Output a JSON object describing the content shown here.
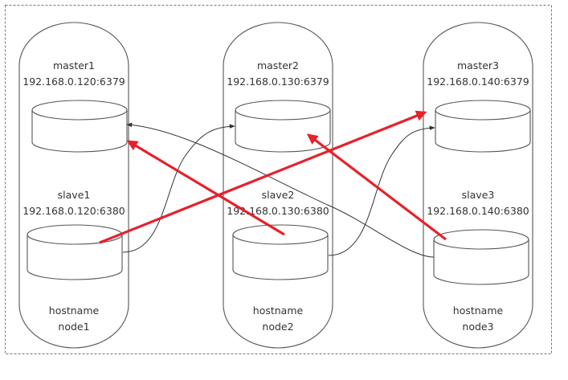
{
  "nodes": [
    {
      "master": {
        "name": "master1",
        "addr": "192.168.0.120:6379"
      },
      "slave": {
        "name": "slave1",
        "addr": "192.168.0.120:6380"
      },
      "host": {
        "label": "hostname",
        "name": "node1"
      }
    },
    {
      "master": {
        "name": "master2",
        "addr": "192.168.0.130:6379"
      },
      "slave": {
        "name": "slave2",
        "addr": "192.168.0.130:6380"
      },
      "host": {
        "label": "hostname",
        "name": "node2"
      }
    },
    {
      "master": {
        "name": "master3",
        "addr": "192.168.0.140:6379"
      },
      "slave": {
        "name": "slave3",
        "addr": "192.168.0.140:6380"
      },
      "host": {
        "label": "hostname",
        "name": "node3"
      }
    }
  ],
  "colors": {
    "outline": "#555555",
    "text": "#333333",
    "connector": "#333333",
    "highlight_arrow": "#e8202a",
    "background": "#ffffff"
  }
}
